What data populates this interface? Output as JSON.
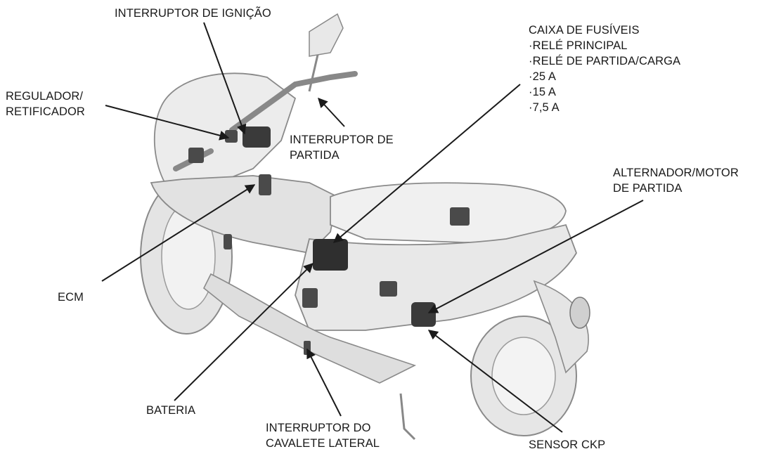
{
  "labels": {
    "ignition_switch": [
      "INTERRUPTOR DE IGNIÇÃO"
    ],
    "regulator": [
      "REGULADOR/",
      "RETIFICADOR"
    ],
    "starter_switch": [
      "INTERRUPTOR DE",
      "PARTIDA"
    ],
    "fuse_box": [
      "CAIXA DE FUSÍVEIS",
      "·RELÉ PRINCIPAL",
      "·RELÉ DE PARTIDA/CARGA",
      "·25 A",
      "·15 A",
      "·7,5 A"
    ],
    "alternator": [
      "ALTERNADOR/MOTOR",
      "DE PARTIDA"
    ],
    "ecm": [
      "ECM"
    ],
    "battery": [
      "BATERIA"
    ],
    "side_stand_switch": [
      "INTERRUPTOR DO",
      "CAVALETE LATERAL"
    ],
    "ckp_sensor": [
      "SENSOR CKP"
    ]
  },
  "colors": {
    "line": "#1a1a1a",
    "body_fill": "#ececec",
    "body_stroke": "#8a8a8a",
    "part_fill": "#3a3a3a"
  }
}
